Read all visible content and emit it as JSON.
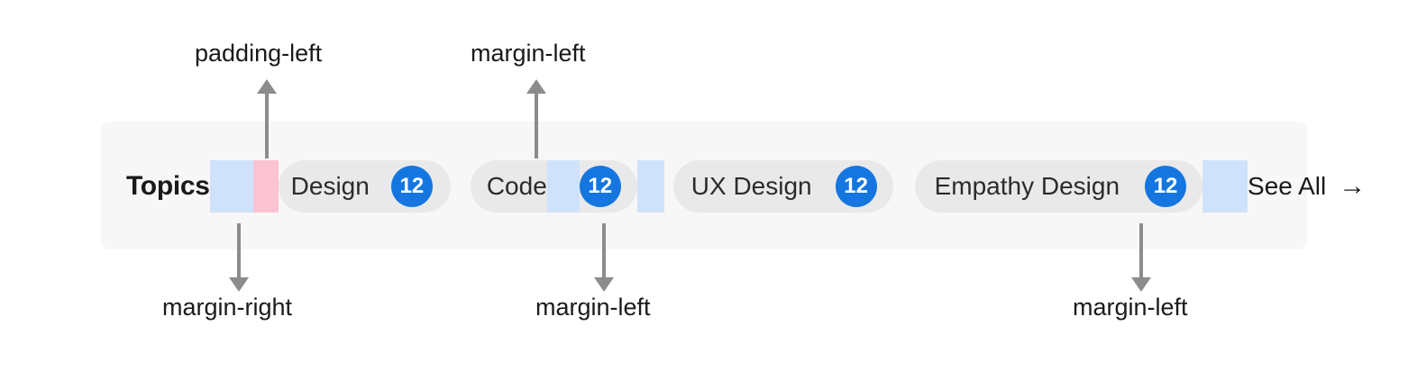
{
  "band": {
    "topics_label": "Topics"
  },
  "chips": [
    {
      "label": "Design",
      "count": "12"
    },
    {
      "label": "Code",
      "count": "12"
    },
    {
      "label": "UX Design",
      "count": "12"
    },
    {
      "label": "Empathy Design",
      "count": "12"
    }
  ],
  "see_all": {
    "label": "See All",
    "arrow": "→",
    "arrow_icon_name": "arrow-right-icon"
  },
  "annotations": {
    "top": [
      {
        "label": "padding-left"
      },
      {
        "label": "margin-left"
      }
    ],
    "bottom": [
      {
        "label": "margin-right"
      },
      {
        "label": "margin-left"
      },
      {
        "label": "margin-left"
      }
    ]
  },
  "colors": {
    "band": "#f7f7f7",
    "chip": "#e9e9e9",
    "badge": "#1576e0",
    "spacing_blue": "#cfe2fb",
    "spacing_pink": "#fcc3d2",
    "arrow_grey": "#8c8c8c",
    "text": "#1a1a1a"
  }
}
